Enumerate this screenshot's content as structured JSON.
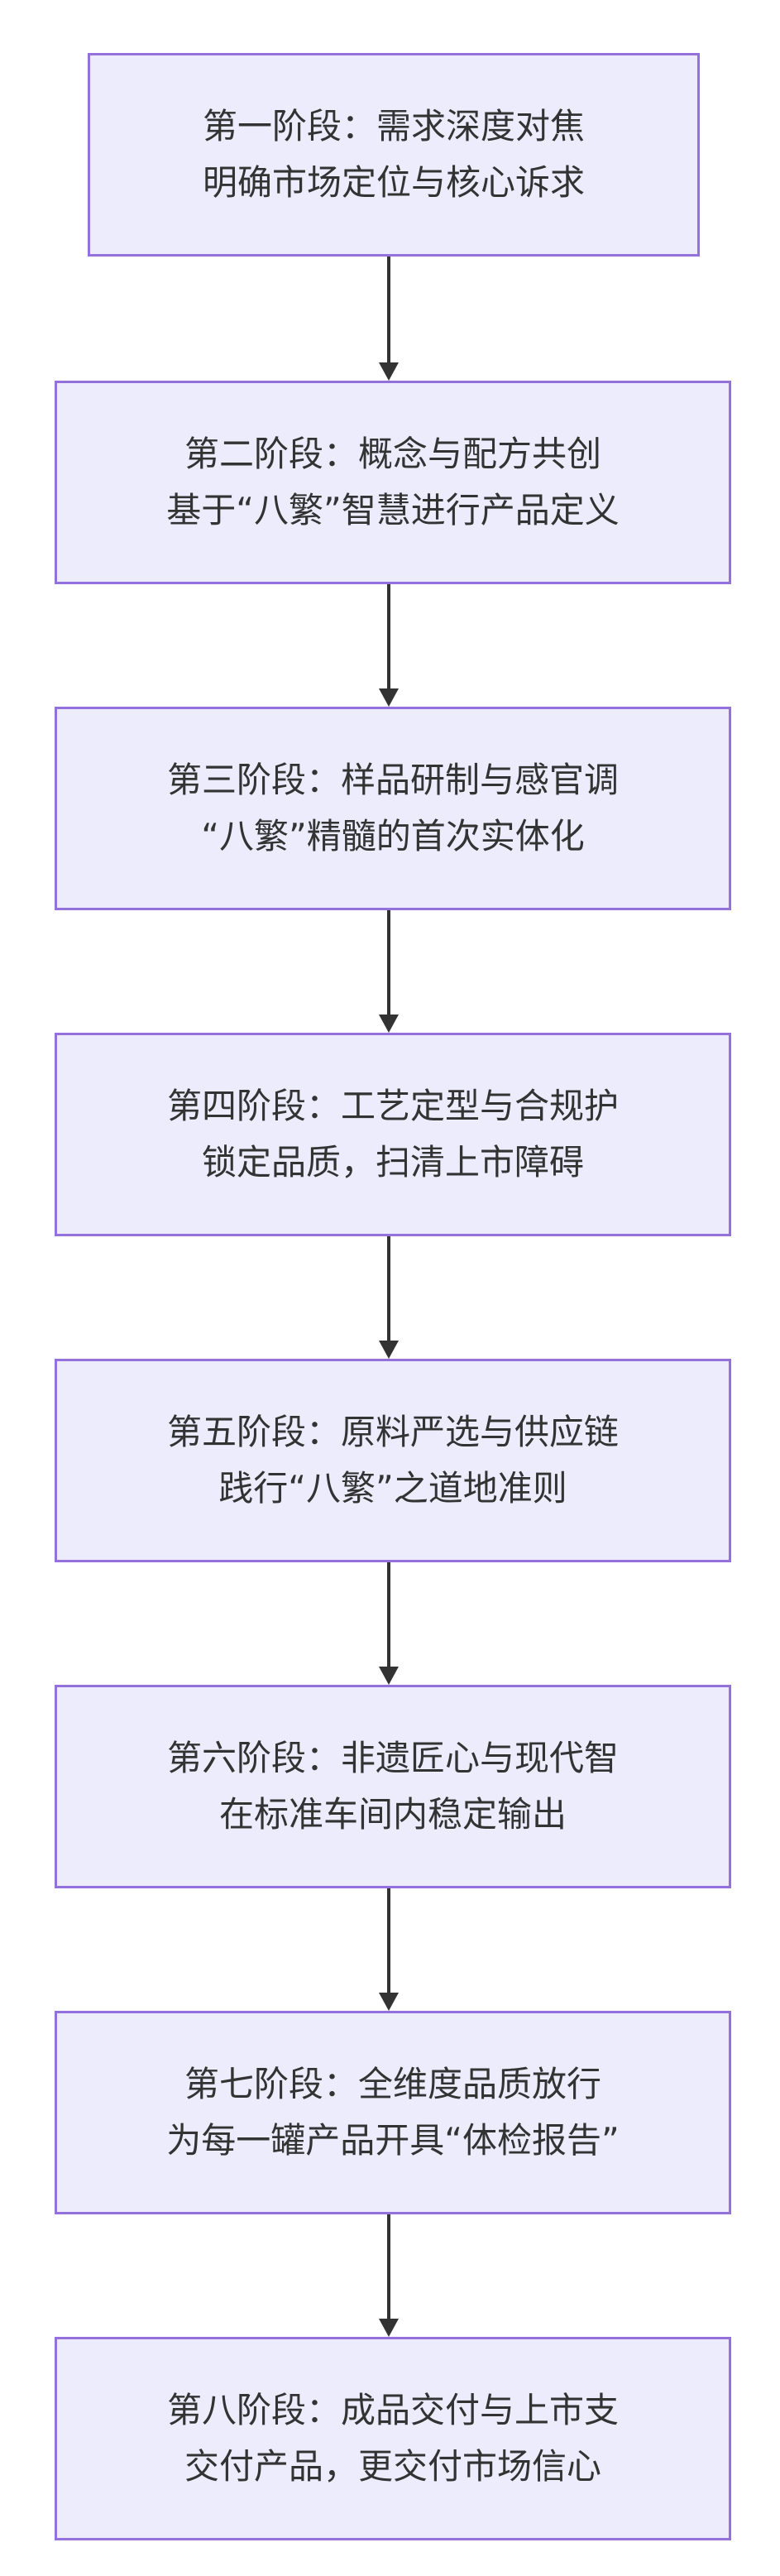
{
  "diagram": {
    "colors": {
      "node_fill": "#ececfd",
      "node_border": "#9370db",
      "text": "#333333",
      "edge": "#333333"
    },
    "nodes": [
      {
        "title": "第一阶段：需求深度对焦",
        "subtitle": "明确市场定位与核心诉求"
      },
      {
        "title": "第二阶段：概念与配方共创",
        "subtitle": "基于“八繁”智慧进行产品定义"
      },
      {
        "title": "第三阶段：样品研制与感官调",
        "subtitle": "“八繁”精髓的首次实体化"
      },
      {
        "title": "第四阶段：工艺定型与合规护",
        "subtitle": "锁定品质，扫清上市障碍"
      },
      {
        "title": "第五阶段：原料严选与供应链",
        "subtitle": "践行“八繁”之道地准则"
      },
      {
        "title": "第六阶段：非遗匠心与现代智",
        "subtitle": "在标准车间内稳定输出"
      },
      {
        "title": "第七阶段：全维度品质放行",
        "subtitle": "为每一罐产品开具“体检报告”"
      },
      {
        "title": "第八阶段：成品交付与上市支",
        "subtitle": "交付产品，更交付市场信心"
      }
    ]
  }
}
